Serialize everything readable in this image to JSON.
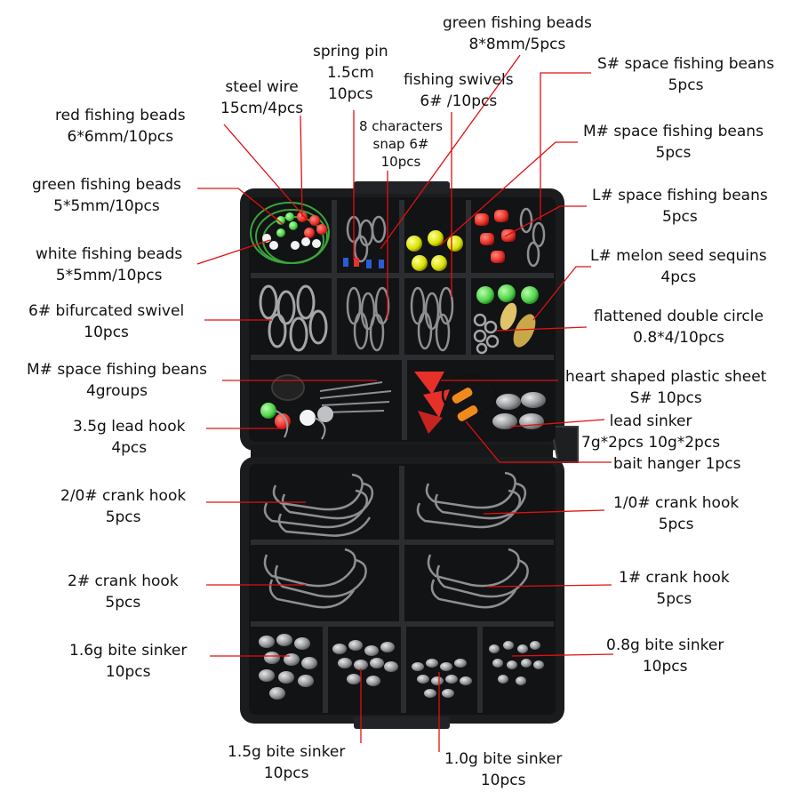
{
  "labels": {
    "green_beads_8": {
      "line1": "green fishing beads",
      "line2": "8*8mm/5pcs"
    },
    "spring_pin": {
      "line1": "spring pin",
      "line2": "1.5cm",
      "line3": "10pcs"
    },
    "swivels_6": {
      "line1": "fishing swivels",
      "line2": "6# /10pcs"
    },
    "s_space_beans": {
      "line1": "S# space fishing beans",
      "line2": "5pcs"
    },
    "steel_wire": {
      "line1": "steel wire",
      "line2": "15cm/4pcs"
    },
    "snap_6": {
      "line1": "8 characters",
      "line2": "snap 6#",
      "line3": "10pcs"
    },
    "red_beads": {
      "line1": "red fishing beads",
      "line2": "6*6mm/10pcs"
    },
    "m_space_beans_5": {
      "line1": "M# space fishing beans",
      "line2": "5pcs"
    },
    "green_beads_5": {
      "line1": "green fishing beads",
      "line2": "5*5mm/10pcs"
    },
    "l_space_beans": {
      "line1": "L# space fishing beans",
      "line2": "5pcs"
    },
    "white_beads": {
      "line1": "white fishing beads",
      "line2": "5*5mm/10pcs"
    },
    "melon_sequins": {
      "line1": "L# melon seed sequins",
      "line2": "4pcs"
    },
    "bifurcated_swivel": {
      "line1": "6# bifurcated swivel",
      "line2": "10pcs"
    },
    "double_circle": {
      "line1": "flattened double circle",
      "line2": "0.8*4/10pcs"
    },
    "m_space_beans_4g": {
      "line1": "M# space fishing beans",
      "line2": "4groups"
    },
    "heart_sheet": {
      "line1": "heart shaped plastic sheet",
      "line2": "S# 10pcs"
    },
    "lead_hook": {
      "line1": "3.5g lead hook",
      "line2": "4pcs"
    },
    "lead_sinker": {
      "line1": "lead sinker",
      "line2": "7g*2pcs 10g*2pcs"
    },
    "bait_hanger": {
      "line1": "bait hanger 1pcs"
    },
    "crank_2_0": {
      "line1": "2/0# crank hook",
      "line2": "5pcs"
    },
    "crank_1_0": {
      "line1": "1/0# crank hook",
      "line2": "5pcs"
    },
    "crank_2": {
      "line1": "2# crank hook",
      "line2": "5pcs"
    },
    "crank_1": {
      "line1": "1# crank hook",
      "line2": "5pcs"
    },
    "bite_1_6": {
      "line1": "1.6g bite sinker",
      "line2": "10pcs"
    },
    "bite_0_8": {
      "line1": "0.8g bite sinker",
      "line2": "10pcs"
    },
    "bite_1_5": {
      "line1": "1.5g bite sinker",
      "line2": "10pcs"
    },
    "bite_1_0": {
      "line1": "1.0g bite sinker",
      "line2": "10pcs"
    }
  },
  "colors": {
    "leader_line": "#e01010",
    "box": "#1b1c1e",
    "divider": "#2c2d30",
    "bead_red": "#e8302a",
    "bead_green": "#4fd14a",
    "bead_yellow": "#d8e000",
    "lead": "#9a9c9f"
  }
}
